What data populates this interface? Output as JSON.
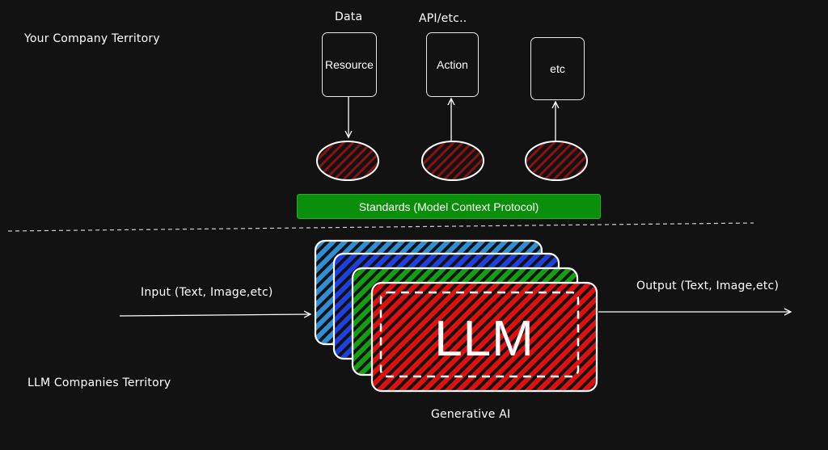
{
  "territories": {
    "company": "Your Company Territory",
    "llm": "LLM Companies Territory"
  },
  "top": {
    "labels": {
      "data": "Data",
      "api": "API/etc.."
    },
    "boxes": {
      "resource": "Resource",
      "action": "Action",
      "etc": "etc"
    }
  },
  "standards": "Standards (Model Context Protocol)",
  "io": {
    "input": "Input (Text, Image,etc)",
    "output": "Output (Text, Image,etc)"
  },
  "llm": {
    "label": "LLM",
    "caption": "Generative AI"
  },
  "colors": {
    "background": "#121212",
    "standards": "#0a8f0a",
    "connector_fill": "#7a1010",
    "layer_1": "#2f8fd6",
    "layer_2": "#1f3fe0",
    "layer_3": "#12a012",
    "layer_4": "#e01010"
  }
}
